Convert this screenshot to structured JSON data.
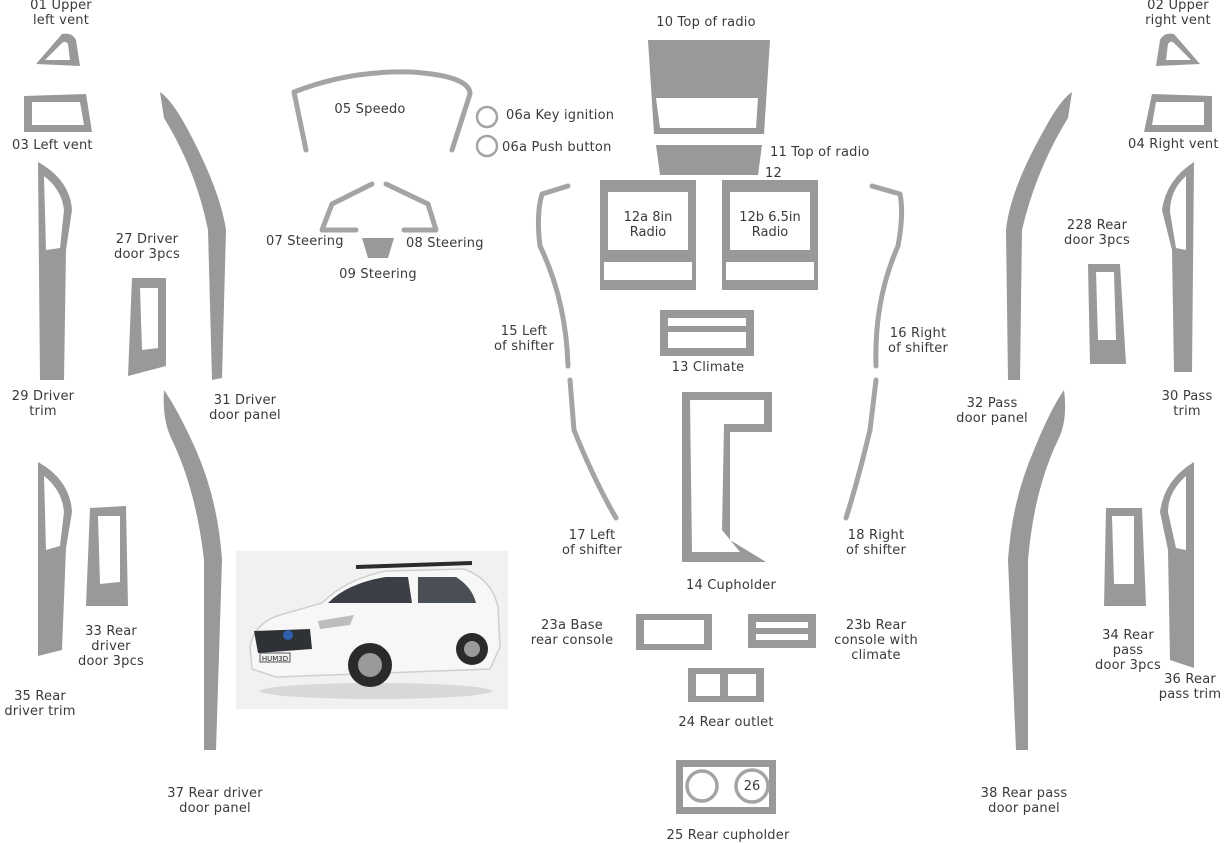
{
  "colors": {
    "piece_fill": "#9a9898",
    "outline": "#a5a3a3",
    "text": "#3a3a3a",
    "photo_bg": "#f1f1f1"
  },
  "labels": {
    "p01": "01 Upper\nleft vent",
    "p02": "02  Upper\nright vent",
    "p03": "03 Left vent",
    "p04": "04 Right vent",
    "p05": "05 Speedo",
    "p06a1": "06a Key ignition",
    "p06a2": "06a Push button",
    "p07": "07 Steering",
    "p08": "08 Steering",
    "p09": "09 Steering",
    "p10": "10 Top of radio",
    "p11": "11 Top of radio",
    "p12": "12",
    "p12a": "12a 8in\nRadio",
    "p12b": "12b 6.5in\nRadio",
    "p13": "13 Climate",
    "p14": "14 Cupholder",
    "p15": "15 Left\nof shifter",
    "p16": "16 Right\nof shifter",
    "p17": "17 Left\nof shifter",
    "p18": "18 Right\nof shifter",
    "p23a": "23a Base\nrear console",
    "p23b": "23b Rear\nconsole with\nclimate",
    "p24": "24 Rear outlet",
    "p25": "25 Rear cupholder",
    "p26": "26",
    "p27": "27 Driver\ndoor 3pcs",
    "p28": "228 Rear\ndoor 3pcs",
    "p29": "29 Driver\ntrim",
    "p30": "30 Pass\ntrim",
    "p31": "31 Driver\ndoor panel",
    "p32": "32 Pass\ndoor panel",
    "p33": "33 Rear\ndriver\ndoor 3pcs",
    "p34": "34 Rear\npass\ndoor 3pcs",
    "p35": "35 Rear\ndriver trim",
    "p36": "36 Rear\npass trim",
    "p37": "37 Rear driver\ndoor panel",
    "p38": "38 Rear pass\ndoor panel"
  },
  "plate_text": "HUM3D"
}
